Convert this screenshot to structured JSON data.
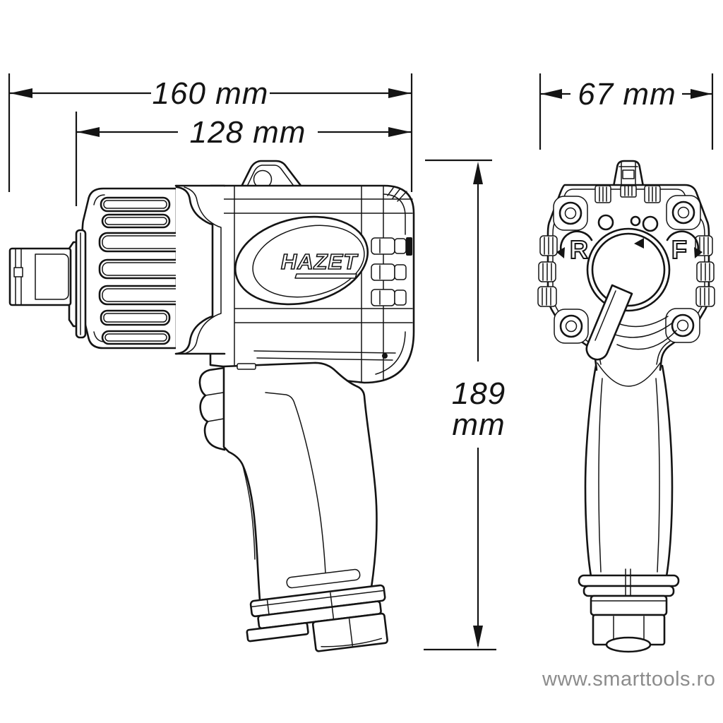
{
  "drawing": {
    "brand": "HAZET",
    "dimensions": {
      "overall_length": "160 mm",
      "front_length": "128 mm",
      "head_width": "67 mm",
      "height_value": "189",
      "height_unit": "mm"
    },
    "rear_controls": {
      "reverse_label": "R",
      "forward_label": "F"
    },
    "watermark": "www.smarttools.ro",
    "colors": {
      "line": "#141414",
      "watermark": "#8c8c8c",
      "background": "#ffffff"
    }
  }
}
